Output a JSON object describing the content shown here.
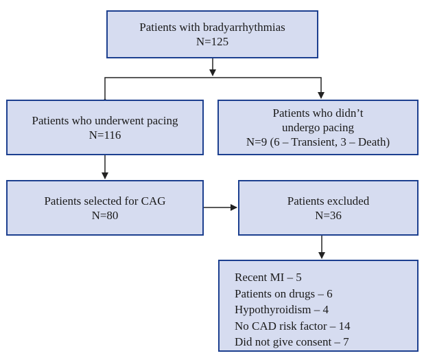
{
  "colors": {
    "box_fill": "#d6dcf0",
    "box_border": "#1c3f8f",
    "arrow": "#222222",
    "text": "#1a1a1a"
  },
  "boxes": {
    "total": {
      "lines": [
        "Patients with bradyarrhythmias",
        "N=125"
      ]
    },
    "paced": {
      "lines": [
        "Patients who underwent pacing",
        "N=116"
      ]
    },
    "not_paced": {
      "lines": [
        "Patients who didn’t",
        "undergo pacing",
        "N=9 (6 – Transient, 3 – Death)"
      ]
    },
    "cag": {
      "lines": [
        "Patients selected for CAG",
        "N=80"
      ]
    },
    "excluded": {
      "lines": [
        "Patients excluded",
        "N=36"
      ]
    },
    "reasons": {
      "lines": [
        "Recent MI – 5",
        "Patients on drugs – 6",
        "Hypothyroidism – 4",
        "No CAD risk factor – 14",
        "Did not give consent – 7"
      ]
    }
  }
}
